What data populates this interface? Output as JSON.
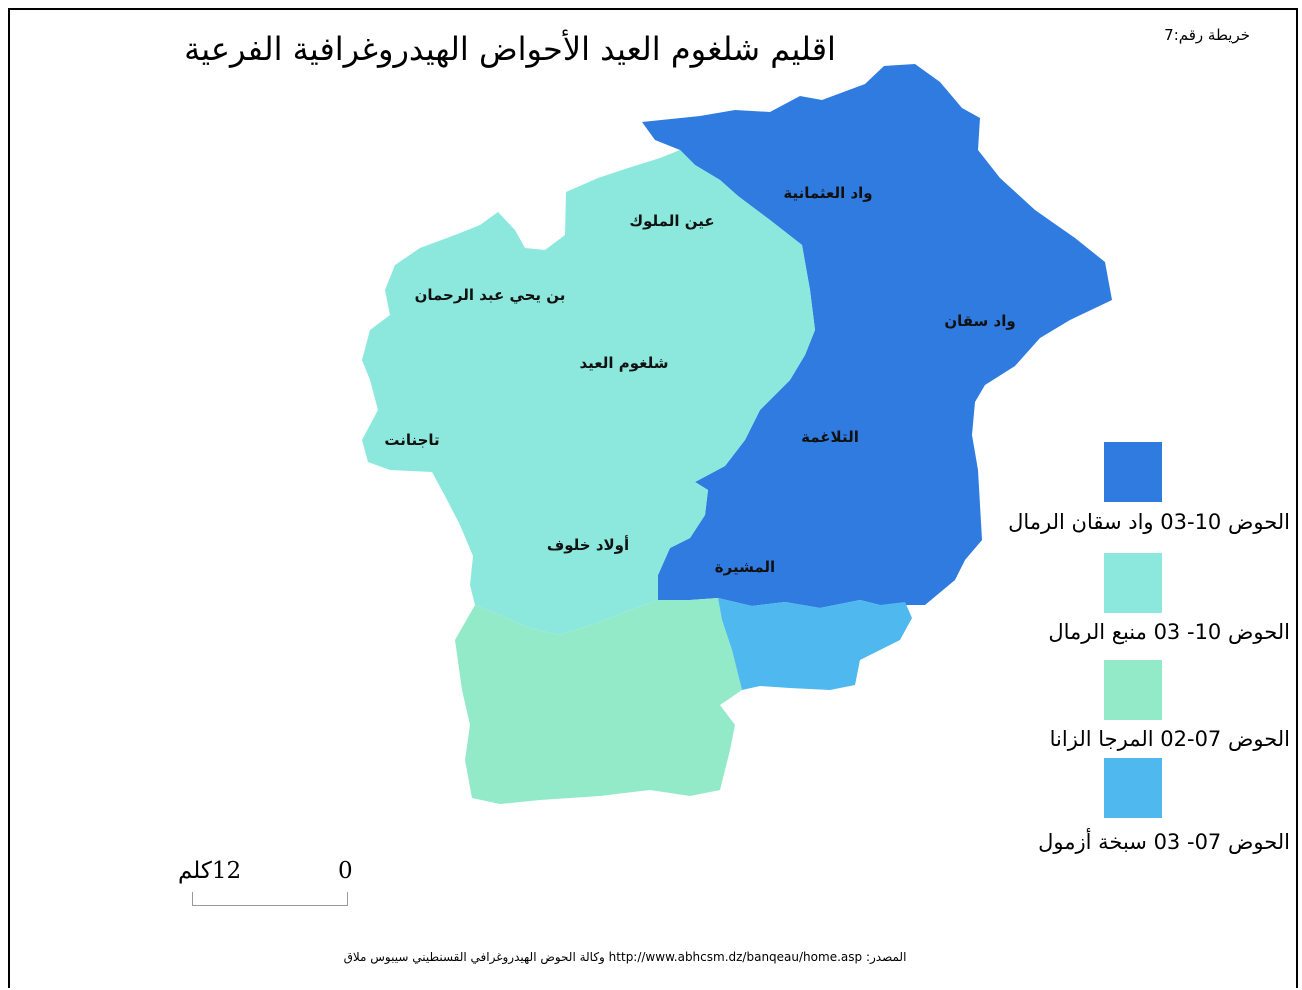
{
  "header": {
    "map_number": "خريطة رقم:7",
    "title": "اقليم شلغوم العيد   الأحواض الهيدروغرافية الفرعية"
  },
  "places": [
    {
      "name": "واد العثمانية"
    },
    {
      "name": "عين الملوك"
    },
    {
      "name": "بن يحي عبد الرحمان"
    },
    {
      "name": "واد سقان"
    },
    {
      "name": "شلغوم العيد"
    },
    {
      "name": "تاجنانت"
    },
    {
      "name": "التلاغمة"
    },
    {
      "name": "أولاد خلوف"
    },
    {
      "name": "المشيرة"
    }
  ],
  "legend": [
    {
      "label": "الحوض 10-03 واد سقان الرمال",
      "color": "#2f7be0"
    },
    {
      "label": "الحوض 10- 03 منبع الرمال",
      "color": "#8ce8dd"
    },
    {
      "label": "الحوض 07-02 المرجا الزانا",
      "color": "#93eac8"
    },
    {
      "label": "الحوض 07- 03 سبخة أزمول",
      "color": "#4fb8ef"
    }
  ],
  "scale": {
    "zero_label": "0",
    "max_label": "12كلم"
  },
  "source": {
    "text": "المصدر:    http://www.abhcsm.dz/banqeau/home.asp وكالة الحوض الهيدروغرافي القسنطيني سيبوس ملاق"
  }
}
